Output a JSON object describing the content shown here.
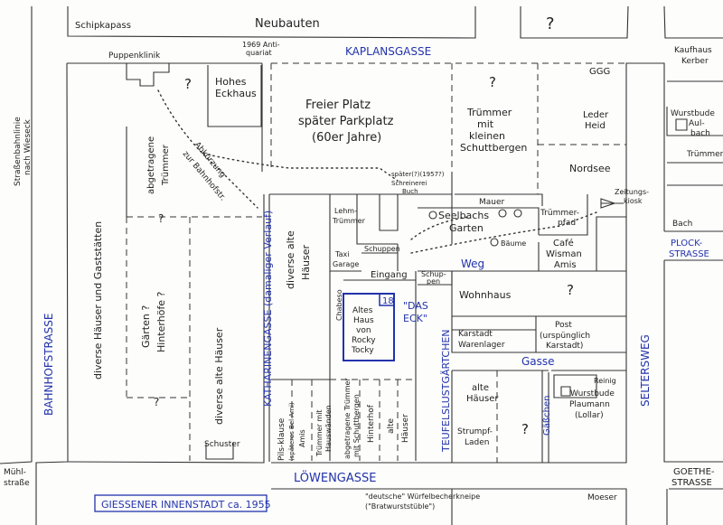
{
  "streets": {
    "neubauten": "Neubauten",
    "schipkapass": "Schipkapass",
    "kaplansgasse": "KAPLANSGASSE",
    "bahnhofstrasse": "BAHNHOFSTRASSE",
    "katharinengasse": "KATHARINENGASSE (damaliger Verlauf)",
    "loewengasse": "LÖWENGASSE",
    "teufelslustgaertchen": "TEUFELSLUSTGÄRTCHEN",
    "weg": "Weg",
    "gasse": "Gasse",
    "gaesschen": "Gäßchen",
    "seltersweg": "SELTERSWEG",
    "plockstrasse_1": "PLOCK-",
    "plockstrasse_2": "STRASSE",
    "goethestrasse_1": "GOETHE-",
    "goethestrasse_2": "STRASSE",
    "muehlstrasse_1": "Mühl-",
    "muehlstrasse_2": "straße",
    "strassenbahn_1": "Straßenbahnlinie",
    "strassenbahn_2": "nach Wieseck",
    "abkuerzung_1": "Abkürzung",
    "abkuerzung_2": "zur Bahnhofstr."
  },
  "title": "GIESSENER INNENSTADT ca. 1955",
  "labels": {
    "q_top": "?",
    "q_hohes": "?",
    "q_truemmer": "?",
    "q_wohnhaus": "?",
    "q_alte": "?",
    "q_mid1": "?",
    "q_mid2": "?",
    "puppenklinik": "Puppenklinik",
    "antiquariat_1": "1969 Anti-",
    "antiquariat_2": "quariat",
    "hohes_1": "Hohes",
    "hohes_2": "Eckhaus",
    "freier_1": "Freier Platz",
    "freier_2": "später Parkplatz",
    "freier_3": "(60er Jahre)",
    "truemmer_1": "Trümmer",
    "truemmer_2": "mit",
    "truemmer_3": "kleinen",
    "truemmer_4": "Schuttbergen",
    "ggg": "GGG",
    "leder_1": "Leder",
    "leder_2": "Heid",
    "nordsee": "Nordsee",
    "kaufhaus_1": "Kaufhaus",
    "kaufhaus_2": "Kerber",
    "wurstbude_1": "Wurstbude",
    "wurstbude_2": "Aul-",
    "wurstbude_3": "bach",
    "truemmer_r": "Trümmer",
    "bach": "Bach",
    "zeitungskiosk_1": "Zeitungs-",
    "zeitungskiosk_2": "kiosk",
    "truemmerpfad_1": "Trümmer-",
    "truemmerpfad_2": "pfad",
    "mauer": "Mauer",
    "seelbachs_1": "Seelbachs",
    "seelbachs_2": "Garten",
    "baeume": "Bäume",
    "cafe_1": "Café",
    "cafe_2": "Wisman",
    "cafe_3": "Amis",
    "spaeter_1": "später(?)(1957?)",
    "spaeter_2": "Schreinerei",
    "spaeter_3": "Buch",
    "lehm_1": "Lehm-",
    "lehm_2": "Trümmer",
    "taxi_1": "Taxi",
    "taxi_2": "Garage",
    "schuppen": "Schuppen",
    "eingang": "Eingang",
    "schuppen2_1": "Schup-",
    "schuppen2_2": "pen",
    "wohnhaus": "Wohnhaus",
    "chabeso": "Chabeso",
    "num18": "18",
    "altes_1": "Altes",
    "altes_2": "Haus",
    "altes_3": "von",
    "altes_4": "Rocky",
    "altes_5": "Tocky",
    "daseck_1": "\"DAS",
    "daseck_2": "ECK\"",
    "karstadt_1": "Karstadt",
    "karstadt_2": "Warenlager",
    "post_1": "Post",
    "post_2": "(urspünglich",
    "post_3": "Karstadt)",
    "abgetragen_1": "abgetragene",
    "abgetragen_2": "Trümmer",
    "diverse_gast": "diverse Häuser und Gaststätten",
    "diverse_alte_1": "diverse alte",
    "diverse_alte_2": "Häuser",
    "gaerten_1": "Gärten ?",
    "gaerten_2": "Hinterhöfe ?",
    "diverse_alte_b": "diverse alte Häuser",
    "schuster": "Schuster",
    "pils_1": "Pils-klause",
    "pils_2": "(späteres Bel Ami)",
    "pils_3": "Amis",
    "tr_haus_1": "Trümmer mit",
    "tr_haus_2": "Hauswänden",
    "abg_schutt_1": "abgetragene Trümmer",
    "abg_schutt_2": "mit Schuttbergen",
    "hinterhof": "Hinterhof",
    "alte_h_1": "alte",
    "alte_h_2": "Häuser",
    "alte_haeuser_1": "alte",
    "alte_haeuser_2": "Häuser",
    "strumpf_1": "Strumpf-",
    "strumpf_2": "Laden",
    "reinig": "Reinig",
    "wurstbude_p_1": "Wurstbude",
    "wurstbude_p_2": "Plaumann",
    "wurstbude_p_3": "(Lollar)",
    "kneipe_1": "\"deutsche\" Würfelbecherkneipe",
    "kneipe_2": "(\"Bratwurststüble\")",
    "moeser": "Moeser"
  },
  "colors": {
    "ink": "#222222",
    "blue": "#2233aa",
    "paper": "#fdfdfc"
  }
}
